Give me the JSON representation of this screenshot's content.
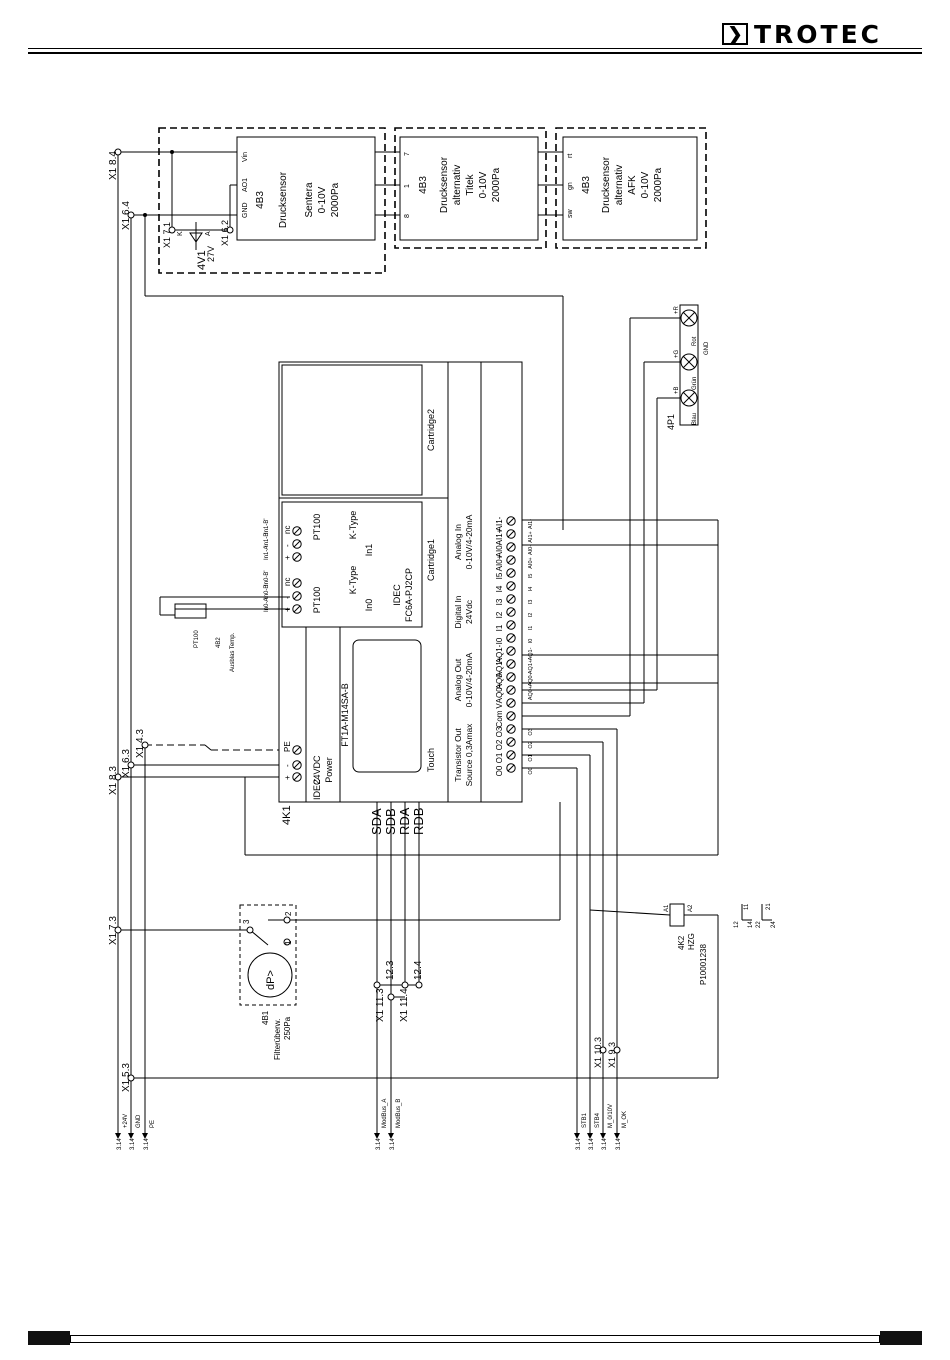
{
  "header": {
    "brand_text": "TROTEC",
    "brand_mark": "chevron-right-icon"
  },
  "labels": {
    "x1_84": "X1 8.4",
    "x1_64": "X1 6.4",
    "x1_71": "X1 7.1",
    "x1_62": "X1 6.2",
    "x1_63": "X1 6.3",
    "x1_43": "X1 4.3",
    "x1_83": "X1 8.3",
    "x1_73": "X1 7.3",
    "x1_53": "X1 5.3",
    "x1_113": "X1 11.3",
    "x1_114": "X1 11.4",
    "n123": "12.3",
    "n124": "12.4",
    "x1_103": "X1 10.3",
    "x1_93": "X1 9.3"
  },
  "zener": {
    "ref": "4V1",
    "voltage": "27V",
    "pin_k": "K",
    "pin_a": "A"
  },
  "sensor1": {
    "ref": "4B3",
    "lines": [
      "Drucksensor",
      "Sentera",
      "0-10V",
      "2000Pa"
    ],
    "pin_vin": "Vin",
    "pin_ao1": "AO1",
    "pin_gnd": "GND"
  },
  "sensor2": {
    "ref": "4B3",
    "lines": [
      "Drucksensor",
      "alternativ",
      "Titek",
      "0-10V",
      "2000Pa"
    ],
    "pin_7": "7",
    "pin_1": "1",
    "pin_8": "8"
  },
  "sensor3": {
    "ref": "4B3",
    "lines": [
      "Drucksensor",
      "alternativ",
      "AFK",
      "0-10V",
      "2000Pa"
    ],
    "pin_rt": "rt",
    "pin_gn": "gn",
    "pin_sw": "sw"
  },
  "lamp": {
    "ref": "4P1",
    "colors": [
      "Blau",
      "Grün",
      "Rot"
    ],
    "gnd": "GND",
    "pins": [
      "+B",
      "+G",
      "+R"
    ]
  },
  "plc": {
    "ref": "4K1",
    "power": [
      "24VDC",
      "Power"
    ],
    "power_terms": [
      "+",
      "-",
      "PE"
    ],
    "brand": "IDEC",
    "model": "FT1A-M14SA-B",
    "touch": "Touch",
    "cartridge1": "Cartridge1",
    "cartridge2": "Cartridge2",
    "cart_model": [
      "IDEC",
      "FC6A-PJ2CP"
    ],
    "pt100": "PT100",
    "ktype": "K-Type",
    "in0": "In0",
    "in1": "In1",
    "cart_terms": [
      "+",
      "-",
      "nc"
    ],
    "cart_wire0": [
      "In0-A",
      "In0-B",
      "In0-B'"
    ],
    "cart_wire1": [
      "In1-A",
      "In1-B",
      "In1-B'"
    ],
    "io_titles": [
      [
        "Transistor Out",
        "Source 0,3Amax"
      ],
      [
        "Analog Out",
        "0-10V/4-20mA"
      ],
      [
        "Digital In",
        "24Vdc"
      ],
      [
        "Analog In",
        "0-10V/4-20mA"
      ]
    ],
    "io_terms": [
      "O0",
      "O1",
      "O2",
      "O3",
      "Com",
      "V",
      "AQ0+",
      "AQ0-",
      "AQ1+",
      "AQ1-",
      "I0",
      "I1",
      "I2",
      "I3",
      "I4",
      "I5",
      "AI0+",
      "AI0-",
      "AI1+",
      "AI1-"
    ],
    "io_wires": [
      "O0",
      "O1",
      "O2",
      "O3",
      "",
      "",
      "AQ0+",
      "AQ0-",
      "AQ1+",
      "AQ1-",
      "I0",
      "I1",
      "I2",
      "I3",
      "I4",
      "I5",
      "AI0+",
      "AI0-",
      "AI1+",
      "AI1-"
    ],
    "bus": [
      "SDA",
      "SDB",
      "RDA",
      "RDB"
    ]
  },
  "tempsensor": {
    "ref": "4B2",
    "type": "PT100",
    "desc": "Ausblas Temp."
  },
  "dp": {
    "ref": "4B1",
    "desc": [
      "Filterüberw.",
      "250Pa"
    ],
    "symbol": "dP>",
    "pins": [
      "3",
      "1",
      "2"
    ]
  },
  "relay": {
    "ref": "4K2",
    "type": "HZG",
    "part": "P10001238",
    "pins": [
      "A1",
      "A2"
    ],
    "contacts": [
      "11",
      "12",
      "14",
      "21",
      "22",
      "24"
    ]
  },
  "bottom_refs": [
    {
      "page": "3.14",
      "sig": "+24V"
    },
    {
      "page": "3.14",
      "sig": "GND"
    },
    {
      "page": "3.14",
      "sig": "PE"
    },
    {
      "page": "3.14",
      "sig": "ModBus_A"
    },
    {
      "page": "3.14",
      "sig": "ModBus_B"
    },
    {
      "page": "3.14",
      "sig": "STB1"
    },
    {
      "page": "3.14",
      "sig": "STB4"
    },
    {
      "page": "3.14",
      "sig": "M_0/10V"
    },
    {
      "page": "3.14",
      "sig": "M_OK"
    }
  ]
}
